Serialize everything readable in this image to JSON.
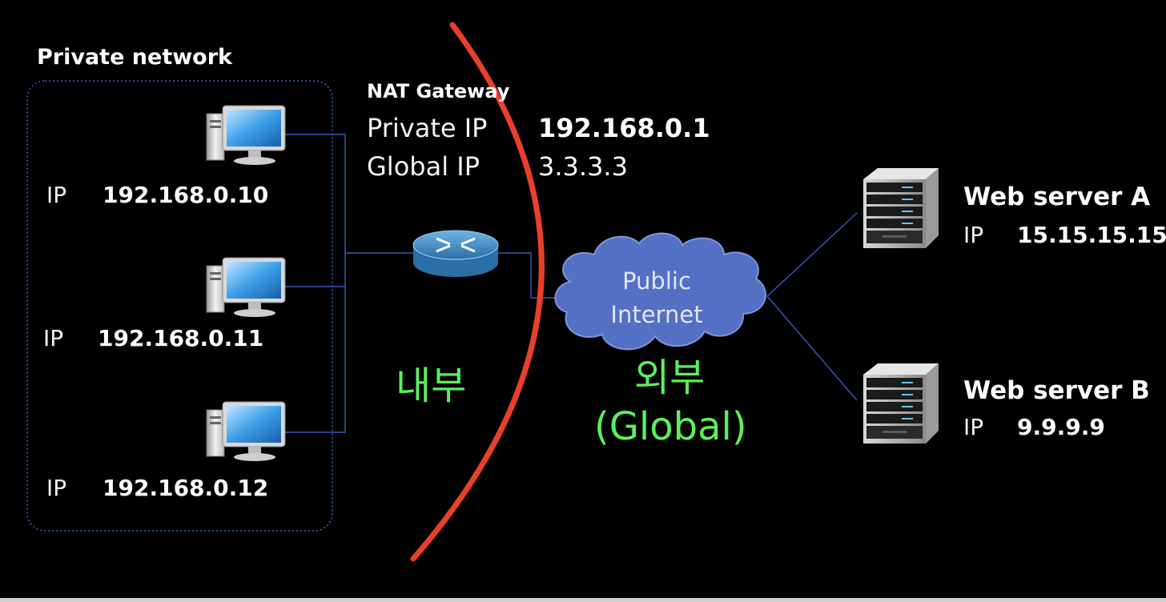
{
  "private_network": {
    "label": "Private network",
    "hosts": [
      {
        "ip_label": "IP",
        "ip": "192.168.0.10"
      },
      {
        "ip_label": "IP",
        "ip": "192.168.0.11"
      },
      {
        "ip_label": "IP",
        "ip": "192.168.0.12"
      }
    ]
  },
  "nat_gateway": {
    "title": "NAT Gateway",
    "private_ip_label": "Private IP",
    "private_ip": "192.168.0.1",
    "global_ip_label": "Global IP",
    "global_ip": "3.3.3.3"
  },
  "cloud": {
    "line1": "Public",
    "line2": "Internet"
  },
  "zones": {
    "inside": "내부",
    "outside": "외부",
    "outside_sub": "(Global)"
  },
  "servers": [
    {
      "name": "Web server A",
      "ip_label": "IP",
      "ip": "15.15.15.15"
    },
    {
      "name": "Web server B",
      "ip_label": "IP",
      "ip": "9.9.9.9"
    }
  ],
  "colors": {
    "background": "#000000",
    "boundary_arc": "#e8402b",
    "zone_text": "#5bf05b",
    "connector": "#3a55b8",
    "cloud_fill": "#5470c4",
    "router_fill": "#3d8cc4"
  },
  "icons": [
    "desktop-computer-icon",
    "router-icon",
    "cloud-icon",
    "server-rack-icon"
  ]
}
